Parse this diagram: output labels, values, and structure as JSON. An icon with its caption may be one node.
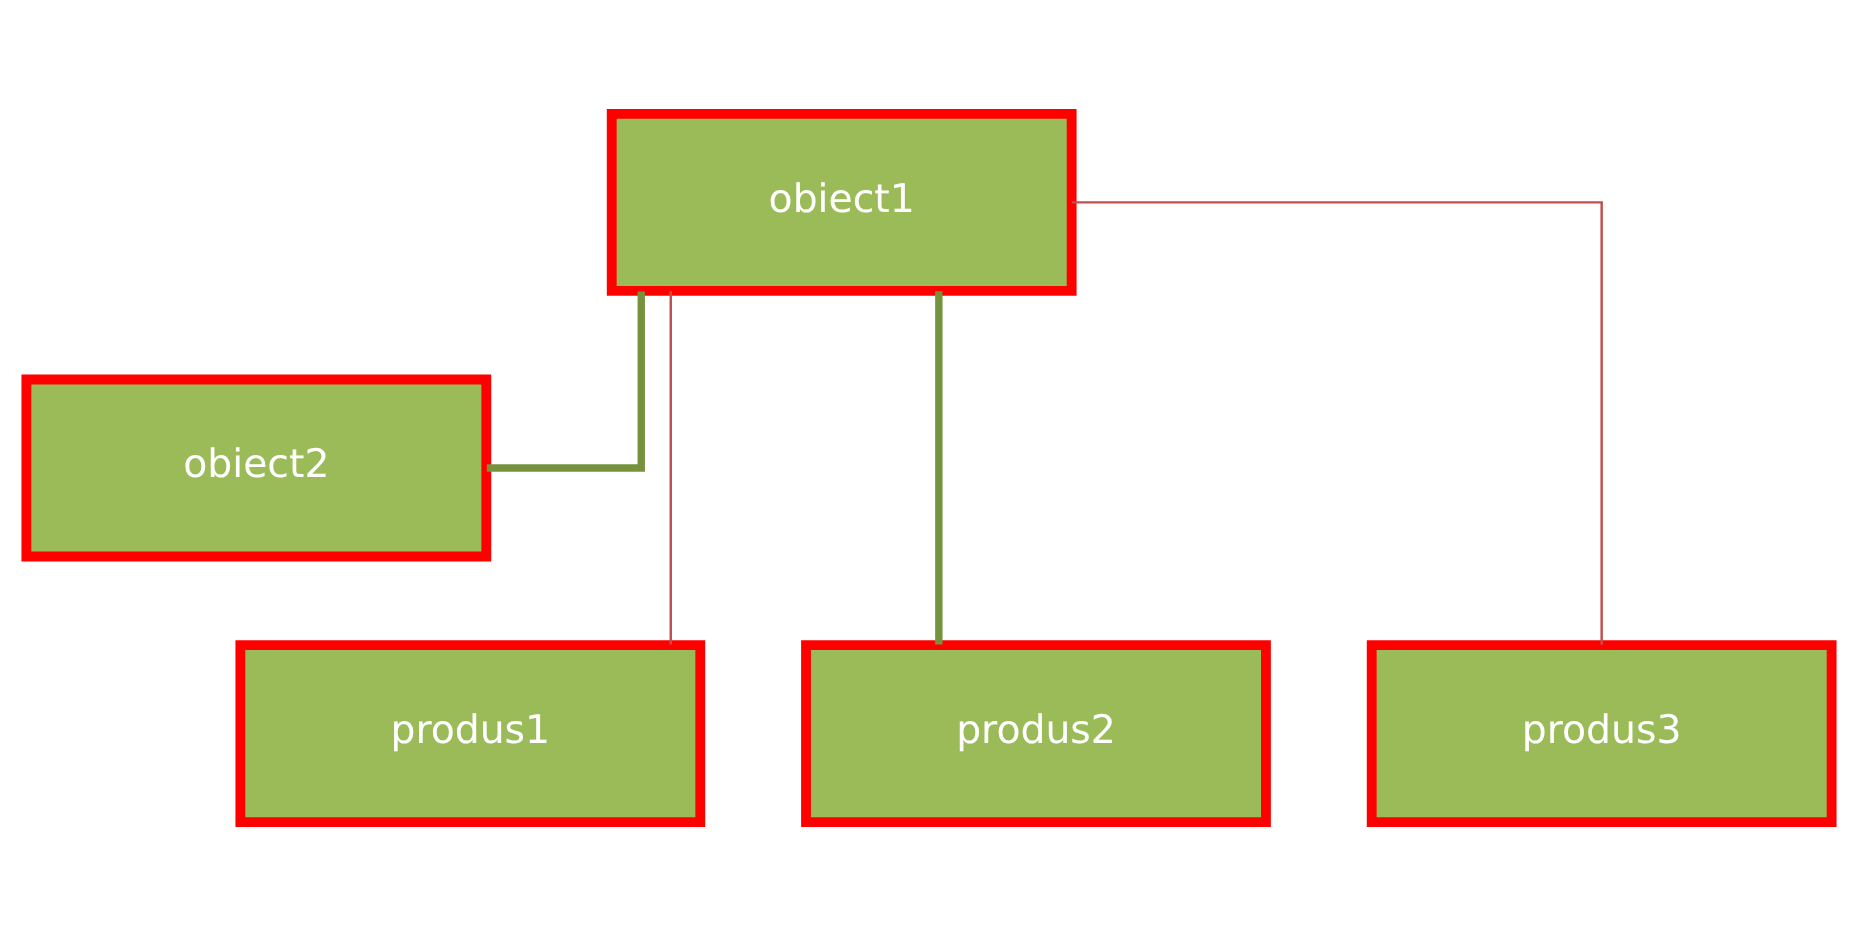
{
  "diagram": {
    "nodes": [
      {
        "text": [
          "obiect1"
        ]
      },
      {
        "text": [
          "obiect2"
        ]
      },
      {
        "text": [
          "produs1"
        ]
      },
      {
        "text": [
          "produs2"
        ]
      },
      {
        "text": [
          "produs3"
        ]
      }
    ],
    "edges": [
      {
        "from": 0,
        "to": 1,
        "arrow": "none",
        "style": "thick",
        "color": "#76923c"
      },
      {
        "from": 0,
        "to": 2,
        "arrow": "none",
        "color": "#c0504d"
      },
      {
        "from": 0,
        "to": 3,
        "arrow": "none",
        "style": "thick",
        "color": "#76923c"
      },
      {
        "from": 0,
        "to": 4,
        "arrow": "none",
        "color": "#c0504d"
      }
    ]
  }
}
